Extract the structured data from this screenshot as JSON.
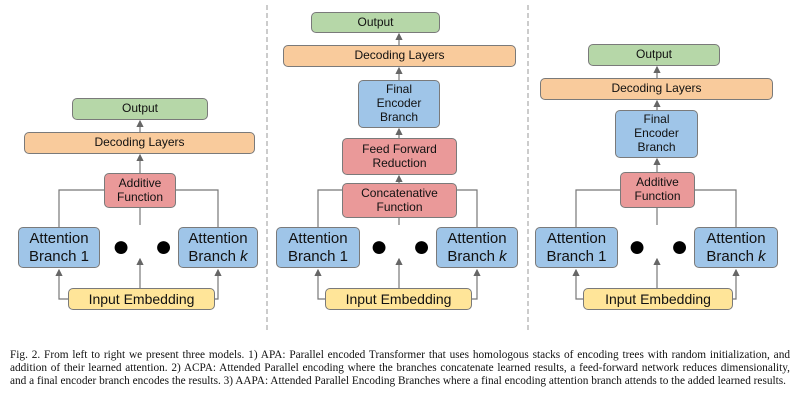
{
  "panels": [
    {
      "output": "Output",
      "decoding": "Decoding Layers",
      "combine": "Additive Function",
      "branch1": "Attention Branch 1",
      "branchk_prefix": "Attention Branch",
      "branchk_var": "k",
      "dots": "● ● ●",
      "input": "Input Embedding"
    },
    {
      "output": "Output",
      "decoding": "Decoding Layers",
      "final": "Final Encoder Branch",
      "ffr": "Feed Forward Reduction",
      "combine": "Concatenative Function",
      "branch1": "Attention Branch 1",
      "branchk_prefix": "Attention Branch",
      "branchk_var": "k",
      "dots": "● ● ●",
      "input": "Input Embedding"
    },
    {
      "output": "Output",
      "decoding": "Decoding Layers",
      "final": "Final Encoder Branch",
      "combine": "Additive Function",
      "branch1": "Attention Branch 1",
      "branchk_prefix": "Attention Branch",
      "branchk_var": "k",
      "dots": "● ● ●",
      "input": "Input Embedding"
    }
  ],
  "caption": "Fig. 2.  From left to right we present three models. 1) APA: Parallel encoded Transformer that uses homologous stacks of encoding trees with random initialization, and addition of their learned attention. 2) ACPA: Attended Parallel encoding where the branches concatenate learned results, a feed-forward network reduces dimensionality, and a final encoder branch encodes the results. 3) AAPA: Attended Parallel Encoding Branches where a final encoding attention branch attends to the added learned results.",
  "colors": {
    "output": "#b6d7a8",
    "decoding": "#f9cb9c",
    "function": "#ea9999",
    "branch": "#9fc5e8",
    "input": "#ffe599"
  }
}
